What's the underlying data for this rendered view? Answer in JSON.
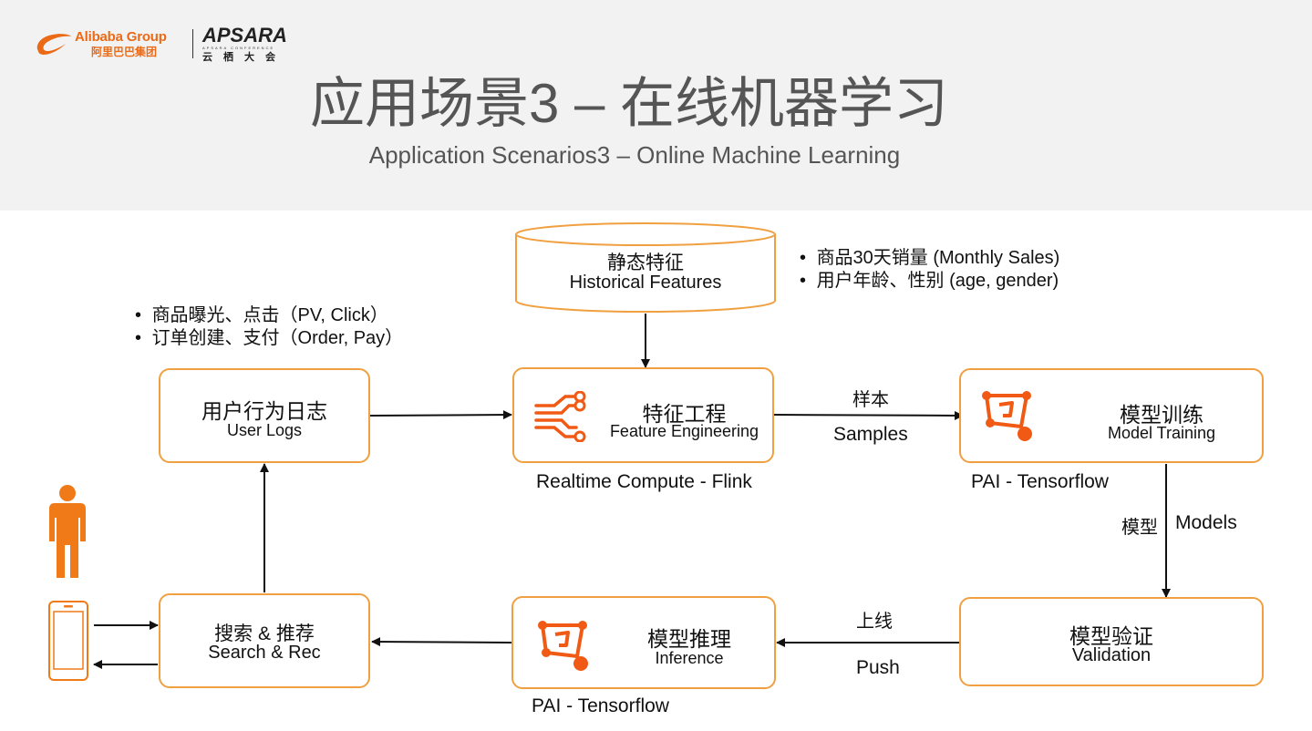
{
  "header": {
    "logo_alibaba_en": "Alibaba Group",
    "logo_alibaba_cn": "阿里巴巴集团",
    "logo_apsara_en": "APSARA",
    "logo_apsara_small": "APSARA CONFERENCE",
    "logo_apsara_cn": "云栖大会",
    "title": "应用场景3 – 在线机器学习",
    "subtitle": "Application Scenarios3 – Online Machine Learning"
  },
  "nodes": {
    "historical": {
      "cn": "静态特征",
      "en": "Historical Features"
    },
    "user_logs": {
      "cn": "用户行为日志",
      "en": "User Logs"
    },
    "feature_eng": {
      "cn": "特征工程",
      "en": "Feature Engineering"
    },
    "model_training": {
      "cn": "模型训练",
      "en": "Model Training"
    },
    "validation": {
      "cn": "模型验证",
      "en": "Validation"
    },
    "inference": {
      "cn": "模型推理",
      "en": "Inference"
    },
    "search_rec": {
      "cn": "搜索 & 推荐",
      "en": "Search & Rec"
    }
  },
  "notes": {
    "historical_bullets": [
      "商品30天销量 (Monthly Sales)",
      "用户年龄、性别 (age, gender)"
    ],
    "user_log_bullets": [
      "商品曝光、点击（PV, Click）",
      "订单创建、支付（Order, Pay）"
    ],
    "realtime_compute": "Realtime Compute - Flink",
    "pai_training": "PAI - Tensorflow",
    "pai_inference": "PAI - Tensorflow"
  },
  "edges": {
    "samples_cn": "样本",
    "samples_en": "Samples",
    "models_cn": "模型",
    "models_en": "Models",
    "push_cn": "上线",
    "push_en": "Push"
  },
  "colors": {
    "accent": "#ea6a16",
    "box_border": "#f0a040",
    "arrow": "#111111"
  }
}
